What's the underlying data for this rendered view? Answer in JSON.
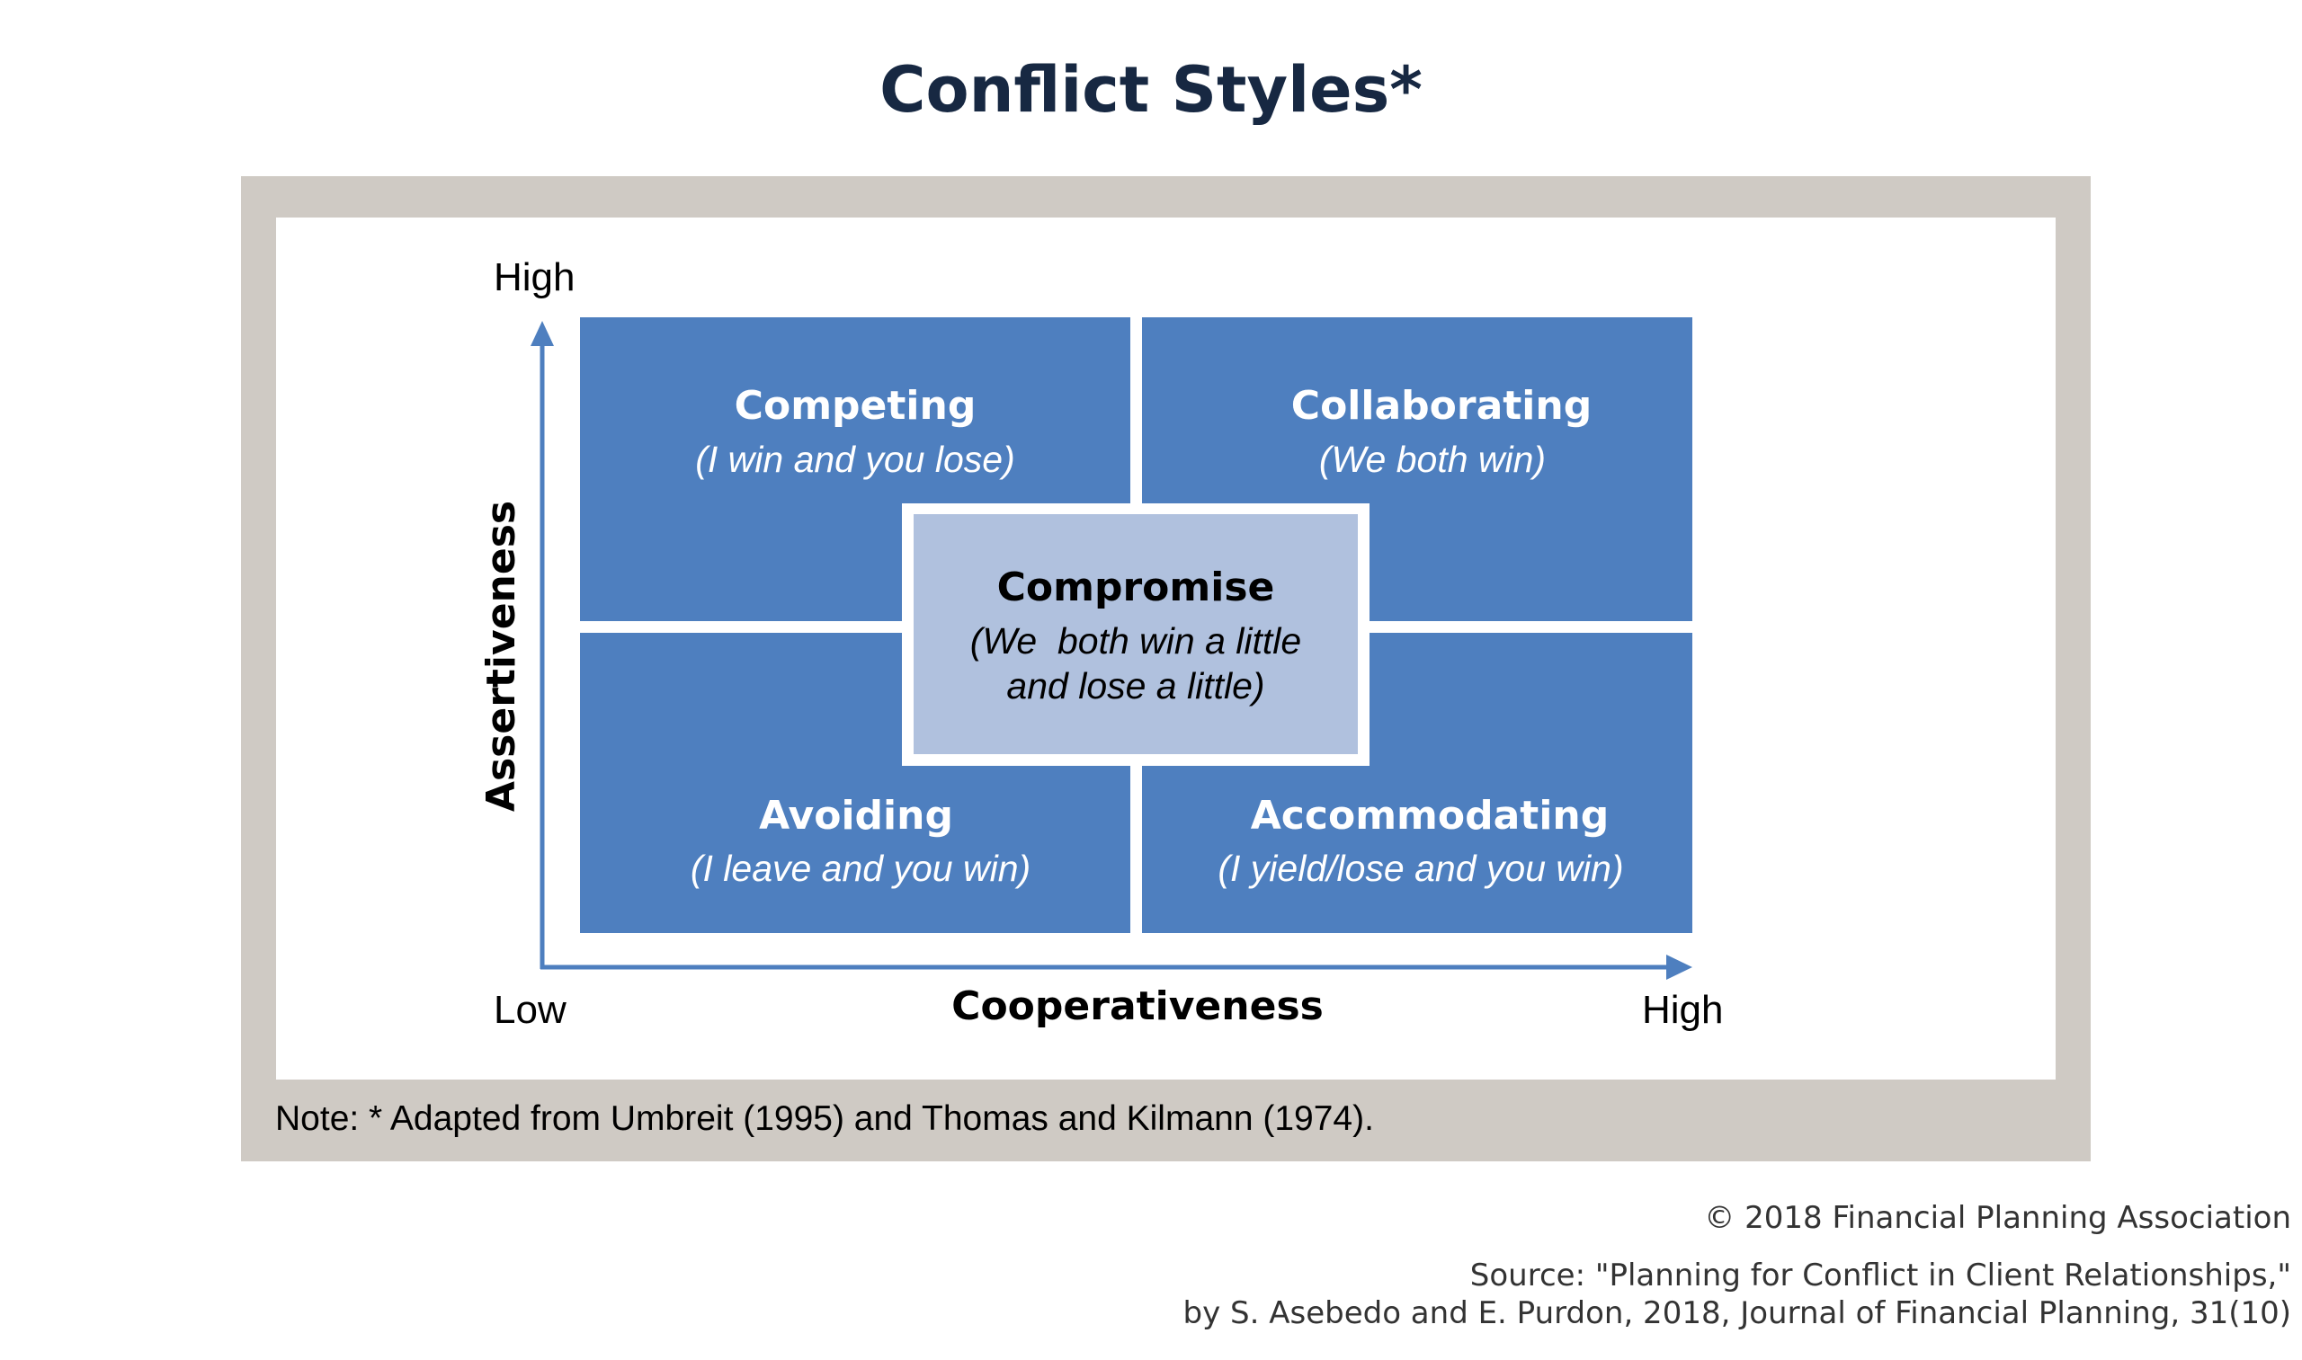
{
  "title": "Conflict Styles*",
  "axes": {
    "y_label": "Assertiveness",
    "x_label": "Cooperativeness",
    "y_high": "High",
    "x_low": "Low",
    "x_high": "High"
  },
  "quadrants": {
    "competing": {
      "title": "Competing",
      "subtitle": "(I win and you lose)"
    },
    "collaborating": {
      "title": "Collaborating",
      "subtitle": "(We both win)"
    },
    "avoiding": {
      "title": "Avoiding",
      "subtitle": "(I leave and you win)"
    },
    "accommodating": {
      "title": "Accommodating",
      "subtitle": "(I yield/lose and you win)"
    }
  },
  "center": {
    "title": "Compromise",
    "subtitle_line1": "(We  both win a little",
    "subtitle_line2": "and lose a little)"
  },
  "note": "Note: * Adapted from Umbreit (1995) and Thomas and Kilmann (1974).",
  "copyright": "© 2018 Financial Planning Association",
  "source_line1": "Source: \"Planning for Conflict in Client Relationships,\"",
  "source_line2": "by S. Asebedo and E. Purdon, 2018, Journal of Financial Planning, 31(10)",
  "colors": {
    "quadrant_fill": "#4e7fbf",
    "center_fill": "#b0c1de",
    "axis": "#4e7fbf",
    "frame": "#cfcac4",
    "title": "#172842"
  }
}
